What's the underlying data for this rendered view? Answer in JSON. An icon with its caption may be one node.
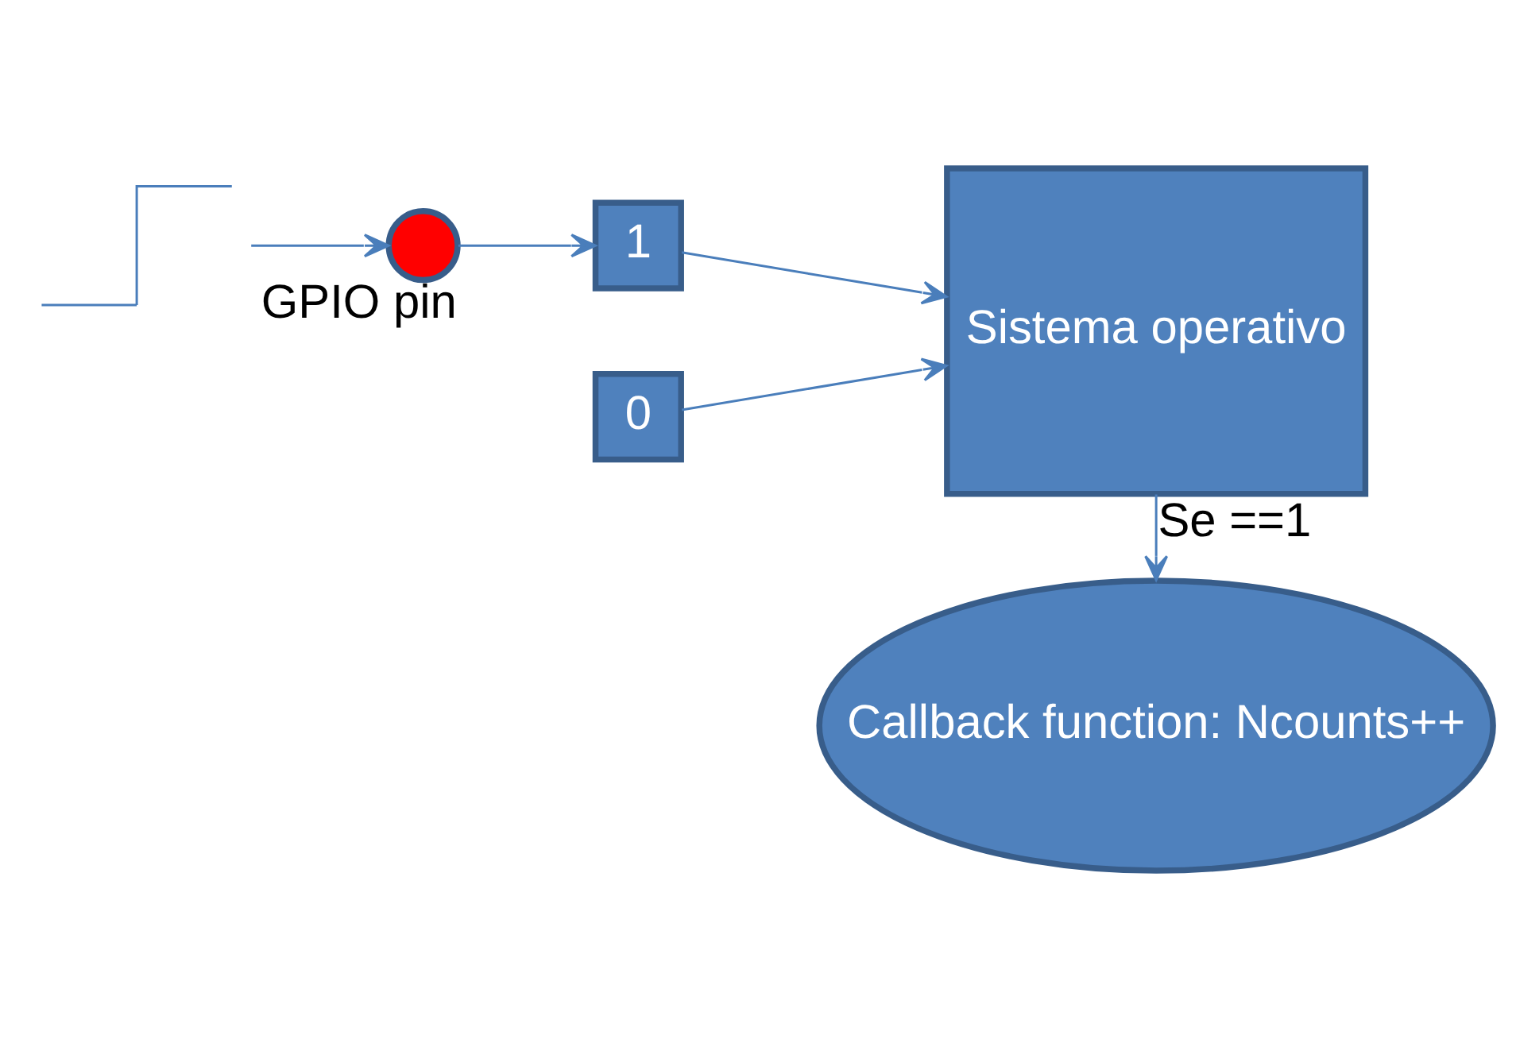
{
  "diagram": {
    "nodes": [
      {
        "text": [],
        "shape": "picture"
      },
      {
        "text": [],
        "shape": "circle",
        "beside": [
          "GPIO pin"
        ]
      },
      {
        "text": [
          "0"
        ]
      },
      {
        "text": [
          "1"
        ]
      },
      {
        "text": [
          "Sistema operativo"
        ]
      },
      {
        "text": [
          "Callback function: Ncounts++"
        ]
      }
    ],
    "edges": [
      {
        "from": 0,
        "to": 1,
        "arrow": "to"
      },
      {
        "from": 1,
        "to": 3,
        "arrow": "to"
      },
      {
        "from": 2,
        "to": 4,
        "arrow": "to"
      },
      {
        "from": 3,
        "to": 4,
        "arrow": "to"
      },
      {
        "from": 4,
        "to": 5,
        "arrow": "to",
        "label": "Se ==1"
      }
    ]
  }
}
